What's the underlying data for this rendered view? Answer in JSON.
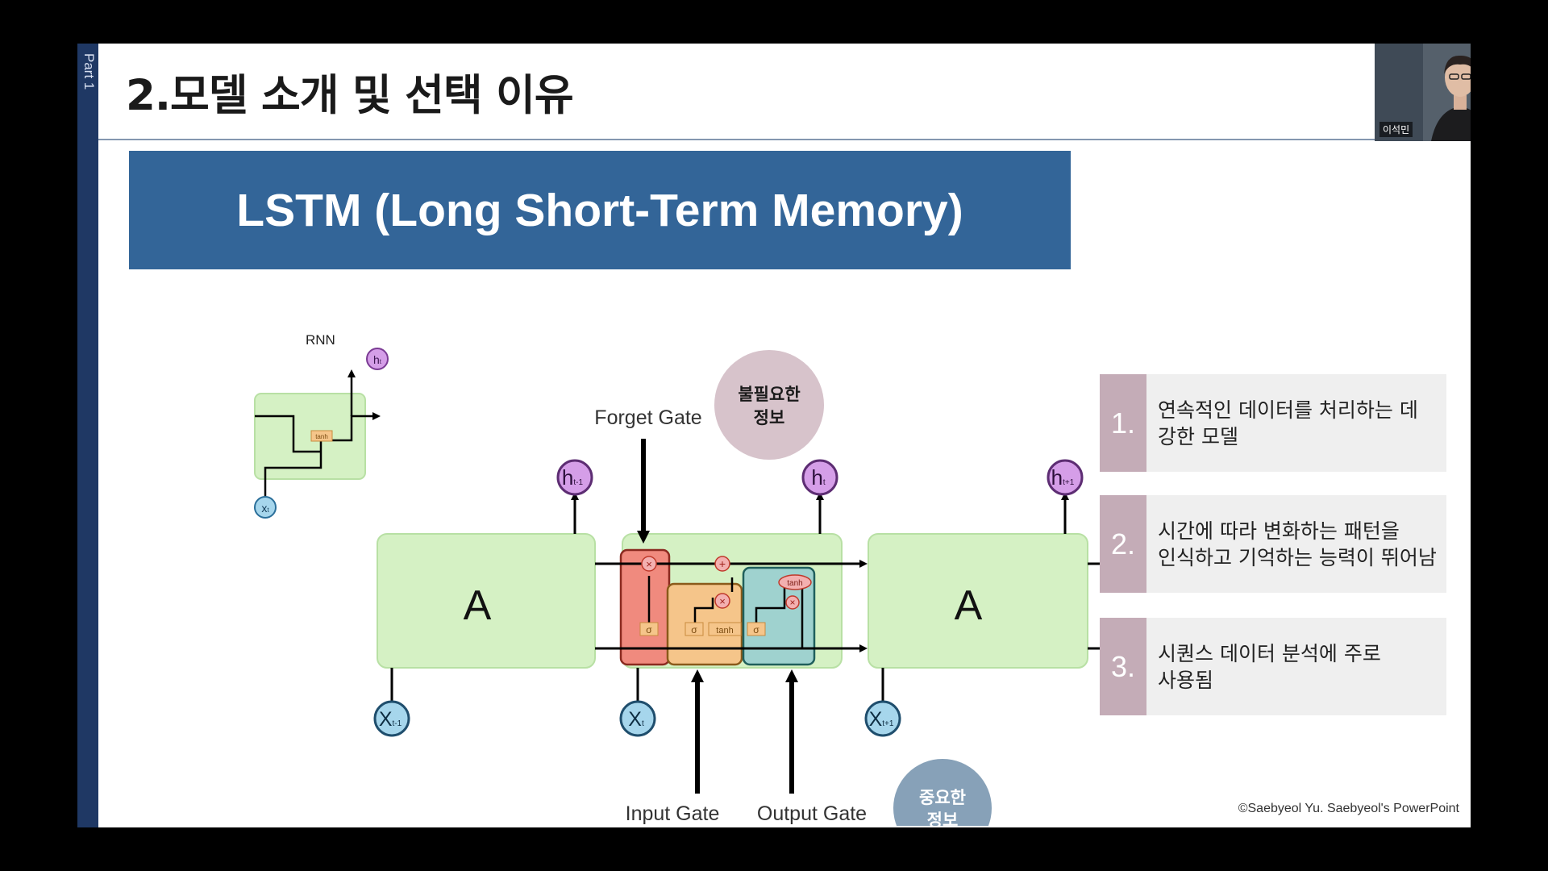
{
  "slide": {
    "part_label": "Part 1",
    "title": "2.모델 소개 및 선택 이유",
    "banner_title": "LSTM (Long Short-Term Memory)",
    "copyright": "©Saebyeol Yu. Saebyeol's PowerPoint"
  },
  "diagram": {
    "rnn_label": "RNN",
    "rnn_tanh": "tanh",
    "rnn_h": "h",
    "rnn_h_sub": "t",
    "rnn_x": "x",
    "rnn_x_sub": "t",
    "forget_gate": "Forget Gate",
    "input_gate": "Input Gate",
    "output_gate": "Output Gate",
    "cell_left": "A",
    "cell_right": "A",
    "sigma": "σ",
    "tanh": "tanh",
    "times": "×",
    "plus": "+",
    "h_prev": "h",
    "h_prev_sub": "t-1",
    "h_cur": "h",
    "h_cur_sub": "t",
    "h_next": "h",
    "h_next_sub": "t+1",
    "x_prev": "X",
    "x_prev_sub": "t-1",
    "x_cur": "X",
    "x_cur_sub": "t",
    "x_next": "X",
    "x_next_sub": "t+1",
    "bubble_unneeded_line1": "불필요한",
    "bubble_unneeded_line2": "정보",
    "bubble_important_line1": "중요한",
    "bubble_important_line2": "정보"
  },
  "cards": [
    {
      "num": "1.",
      "line1": "연속적인 데이터를 처리하는 데",
      "line2": "강한 모델"
    },
    {
      "num": "2.",
      "line1": "시간에 따라 변화하는 패턴을",
      "line2": "인식하고 기억하는 능력이 뛰어남"
    },
    {
      "num": "3.",
      "line1": "시퀀스 데이터 분석에 주로",
      "line2": "사용됨"
    }
  ],
  "webcam": {
    "name": "이석민"
  },
  "colors": {
    "banner": "#336598",
    "part_bar": "#1f3864",
    "card_number": "#c4acb7",
    "card_bg": "#efefef",
    "cell_green": "#d5f1c4",
    "forget_red": "#f08a7e",
    "input_orange": "#f5c58a",
    "output_teal": "#9fd2cf",
    "bubble_pink": "#d7c3cb",
    "bubble_blue": "#87a1b8",
    "h_purple": "#d59ee8",
    "x_blue": "#a6d6ec"
  }
}
